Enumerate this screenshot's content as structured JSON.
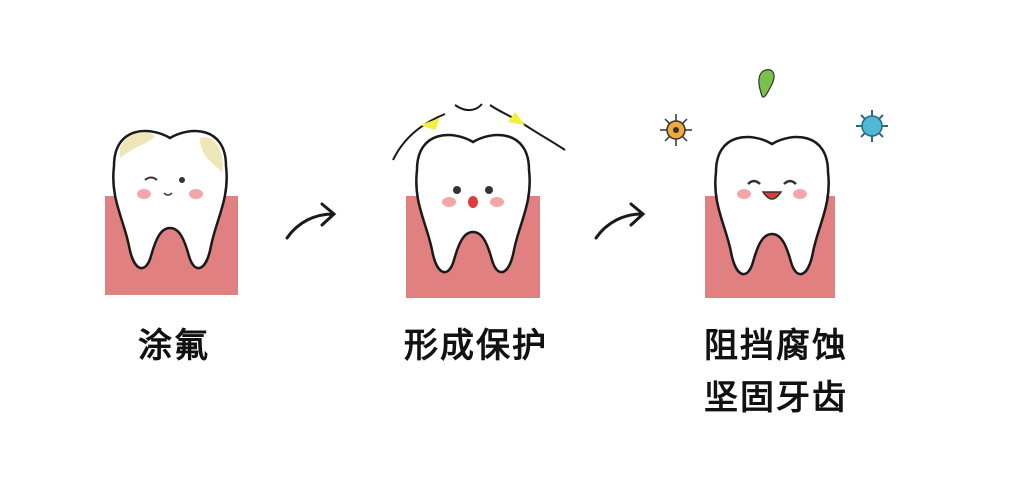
{
  "steps": [
    {
      "label": "涂氟"
    },
    {
      "label": "形成保护"
    },
    {
      "label": "阻挡腐蚀",
      "label2": "坚固牙齿"
    }
  ],
  "colors": {
    "gum": "#e08080",
    "tooth": "#ffffff",
    "outline": "#1a1a1a",
    "fluoride": "#efe6b8",
    "shield": "#f2ee3a",
    "blush": "#f4a6a6"
  }
}
